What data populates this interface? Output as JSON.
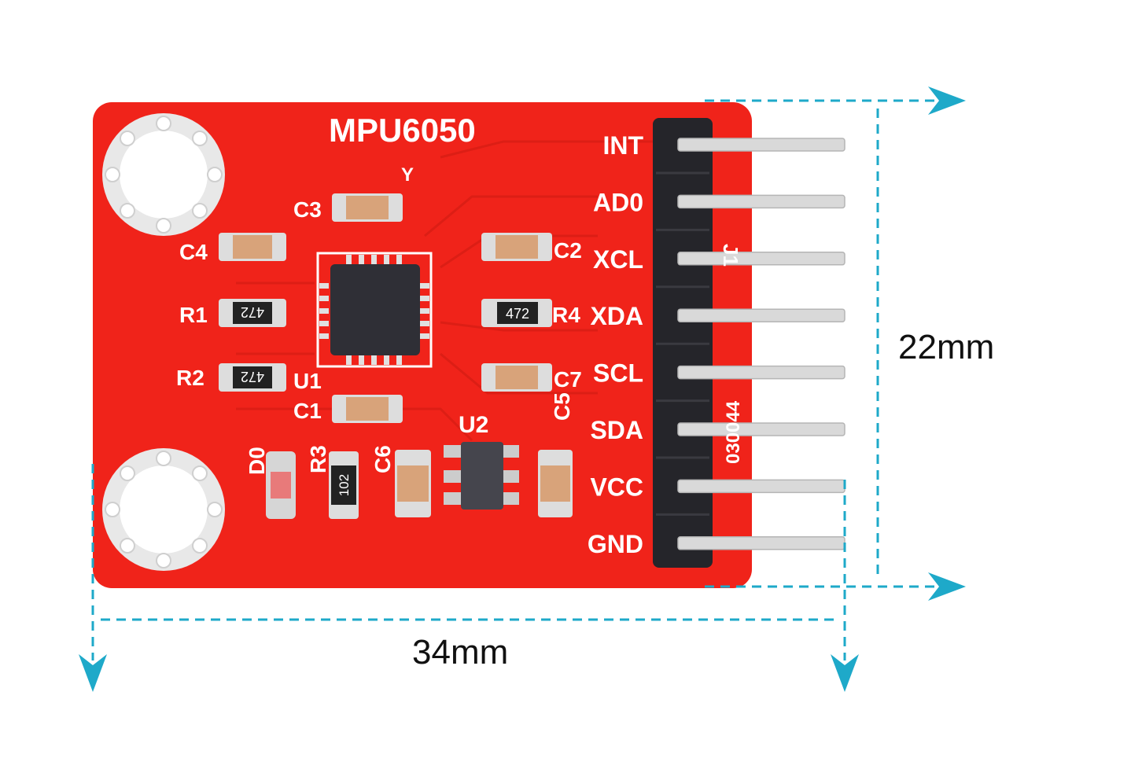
{
  "board": {
    "title": "MPU6050",
    "axis_mark": "Y",
    "header_ref": "J1",
    "header_code": "030044",
    "pins": [
      "INT",
      "AD0",
      "XCL",
      "XDA",
      "SCL",
      "SDA",
      "VCC",
      "GND"
    ]
  },
  "components": {
    "c3": "C3",
    "c4": "C4",
    "c2": "C2",
    "r1": "R1",
    "r4": "R4",
    "r2": "R2",
    "u1": "U1",
    "c7": "C7",
    "c1": "C1",
    "u2": "U2",
    "c5": "C5",
    "d0": "D0",
    "r3": "R3",
    "c6": "C6",
    "r1_code": "472",
    "r4_code": "472",
    "r2_code": "472",
    "r3_code": "102"
  },
  "dimensions": {
    "height": "22mm",
    "width": "34mm"
  },
  "colors": {
    "pcb": "#f0231a",
    "silkscreen": "#ffffff",
    "dimension_line": "#1ea9c9",
    "chip": "#2f2f36",
    "header": "#25252a",
    "pin": "#d9d9d9"
  }
}
